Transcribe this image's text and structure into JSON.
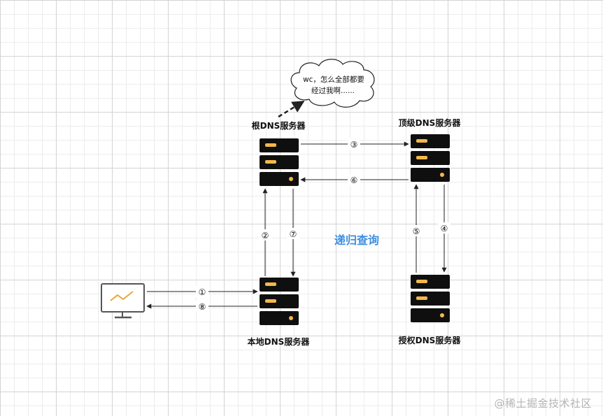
{
  "diagram": {
    "title": "递归查询",
    "nodes": {
      "root": "根DNS服务器",
      "tld": "顶级DNS服务器",
      "local": "本地DNS服务器",
      "auth": "授权DNS服务器"
    },
    "bubble": {
      "line1": "wc，怎么全部都要",
      "line2": "经过我啊......"
    },
    "steps": [
      "①",
      "②",
      "③",
      "④",
      "⑤",
      "⑥",
      "⑦",
      "⑧"
    ]
  },
  "watermark": "@稀土掘金技术社区",
  "colors": {
    "server_body": "#0f0f0f",
    "server_slot": "#f5b84a",
    "title": "#3d8fe0",
    "chart_line": "#e8a83a"
  }
}
